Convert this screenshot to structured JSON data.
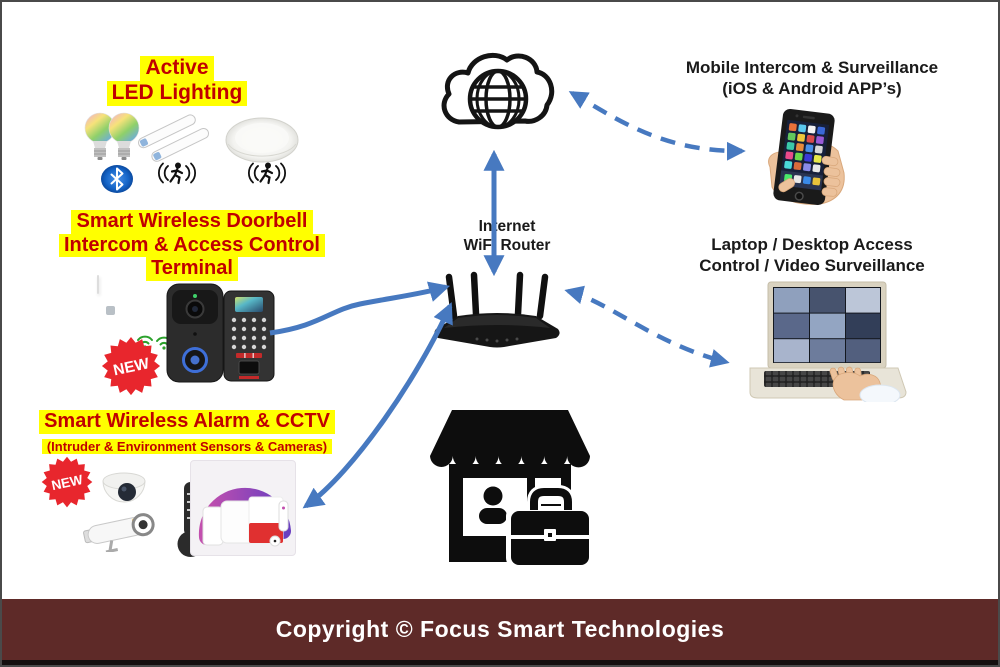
{
  "colors": {
    "highlight": "#ffff00",
    "heading_red": "#c00000",
    "heading_black": "#1a1a1a",
    "arrow_blue": "#4779c0",
    "badge_red": "#e8262d",
    "footer_bg": "#5e2a28",
    "footer_text": "#ffffff"
  },
  "led_section": {
    "line1": "Active",
    "line2": "LED Lighting"
  },
  "doorbell_section": {
    "line1": "Smart Wireless Doorbell",
    "line2": "Intercom & Access Control",
    "line3": "Terminal"
  },
  "alarm_section": {
    "line1": "Smart Wireless Alarm & CCTV",
    "line2": "(Intruder & Environment  Sensors & Cameras)"
  },
  "hub": {
    "line1": "Internet",
    "line2": "WiFi Router"
  },
  "mobile_section": {
    "line1": "Mobile Intercom & Surveillance",
    "line2": "(iOS & Android APP’s)"
  },
  "laptop_section": {
    "line1": "Laptop / Desktop Access",
    "line2": "Control / Video Surveillance"
  },
  "badges": {
    "new": "NEW"
  },
  "footer": {
    "text": "Copyright © Focus Smart Technologies"
  },
  "icons": [
    "internet-cloud-icon",
    "wifi-router-icon",
    "shop-premises-icon",
    "led-bulb-icon",
    "bluetooth-icon",
    "tube-lamp-icon",
    "motion-sensor-icon",
    "ceiling-light-icon",
    "doorbell-chime-icon",
    "wifi-signal-icon",
    "video-doorbell-icon",
    "access-control-terminal-icon",
    "dome-camera-icon",
    "bullet-camera-icon",
    "temperature-sensor-icon",
    "alarm-kit-icon",
    "smartphone-in-hand-icon",
    "laptop-surveillance-icon",
    "new-badge"
  ],
  "connections": [
    {
      "from": "internet-cloud",
      "to": "wifi-router",
      "style": "solid",
      "bidirectional": true
    },
    {
      "from": "doorbell-devices",
      "to": "wifi-router",
      "style": "solid",
      "bidirectional": false
    },
    {
      "from": "alarm-devices",
      "to": "wifi-router",
      "style": "solid",
      "bidirectional": true
    },
    {
      "from": "internet-cloud",
      "to": "mobile-phone",
      "style": "dashed",
      "bidirectional": true
    },
    {
      "from": "wifi-router",
      "to": "laptop",
      "style": "dashed",
      "bidirectional": true
    }
  ]
}
